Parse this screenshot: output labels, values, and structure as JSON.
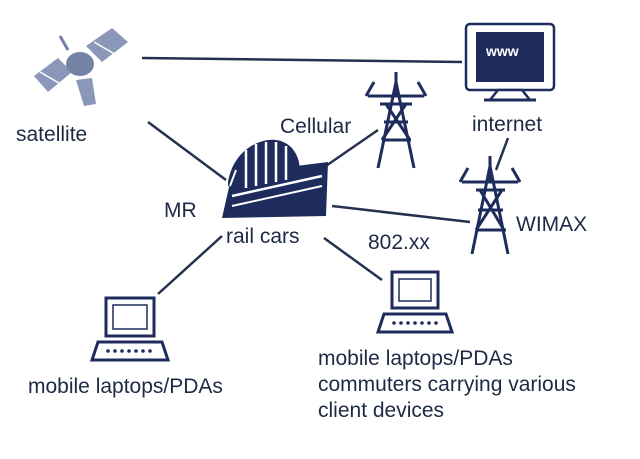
{
  "diagram": {
    "colors": {
      "line": "#25324f",
      "navy": "#1d2c5c",
      "light": "#8a97b8"
    },
    "nodes": {
      "satellite": {
        "label": "satellite",
        "icon": "satellite-icon"
      },
      "internet": {
        "label": "internet",
        "icon": "monitor-icon",
        "screen_text": "www"
      },
      "cellular": {
        "label": "Cellular",
        "icon": "cell-tower-icon"
      },
      "wimax": {
        "label": "WIMAX",
        "icon": "wimax-tower-icon"
      },
      "mr": {
        "label": "MR"
      },
      "rail_cars": {
        "label": "rail cars",
        "icon": "train-icon"
      },
      "link_80211": {
        "label": "802.xx"
      },
      "laptop_left": {
        "label": "mobile laptops/PDAs",
        "icon": "laptop-icon"
      },
      "laptop_right": {
        "icon": "laptop-icon",
        "lines": [
          "mobile laptops/PDAs",
          "commuters carrying various",
          "client devices"
        ]
      }
    }
  }
}
